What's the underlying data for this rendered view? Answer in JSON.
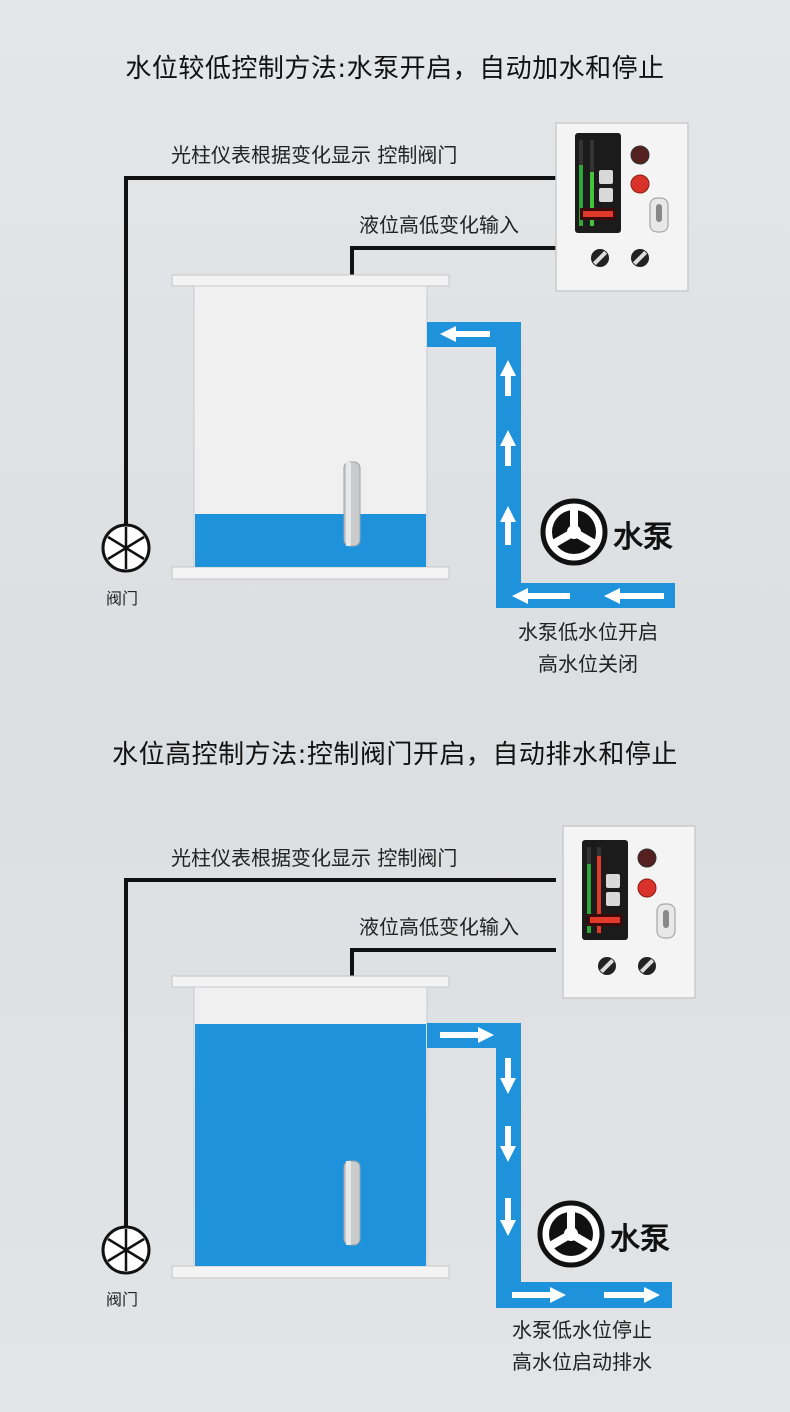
{
  "colors": {
    "water": "#1e93dc",
    "pipe": "#1e93dc",
    "tank_wall": "#f5f5f5",
    "tank_edge": "#b9bbbd",
    "wire": "#111111",
    "background": "#e0e2e4"
  },
  "panels": [
    {
      "heading": "水位较低控制方法:水泵开启，自动加水和停止",
      "display_label": "光柱仪表根据变化显示 控制阀门",
      "input_label": "液位高低变化输入",
      "valve_label": "阀门",
      "pump_label": "水泵",
      "pump_icon": "pump-icon",
      "valve_icon": "valve-icon",
      "arrow_direction": "toward-tank",
      "water_level": 0.2,
      "note_lines": [
        "水泵低水位开启",
        "高水位关闭"
      ]
    },
    {
      "heading": "水位高控制方法:控制阀门开启，自动排水和停止",
      "display_label": "光柱仪表根据变化显示 控制阀门",
      "input_label": "液位高低变化输入",
      "valve_label": "阀门",
      "pump_label": "水泵",
      "pump_icon": "pump-icon",
      "valve_icon": "valve-icon",
      "arrow_direction": "away-from-tank",
      "water_level": 0.85,
      "note_lines": [
        "水泵低水位停止",
        "高水位启动排水"
      ]
    }
  ]
}
